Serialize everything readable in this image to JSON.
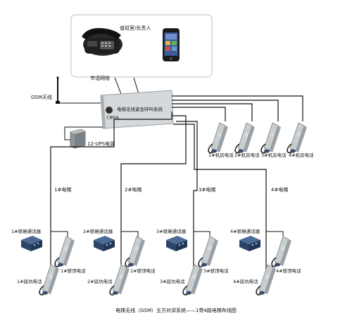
{
  "top_box": {
    "label": "值班室/负责人"
  },
  "network": {
    "label": "市话网络"
  },
  "gsm_antenna": {
    "label": "GSM天线"
  },
  "central_unit": {
    "brand": "汇康科技",
    "title": "电梯无线紧急呼叫系统"
  },
  "ups": {
    "label": "12-UPS电源"
  },
  "machine_room_phones": [
    {
      "label": "1#机房电话"
    },
    {
      "label": "2#机房电话"
    },
    {
      "label": "3#机房电话"
    },
    {
      "label": "4#机房电话"
    }
  ],
  "elevators": [
    {
      "label": "1#电梯",
      "intercom": "1#轿厢通话器",
      "car_top": "1#轿顶电话",
      "pit": "1#底坑电话"
    },
    {
      "label": "2#电梯",
      "intercom": "2#轿厢通话器",
      "car_top": "2#轿顶电话",
      "pit": "2#底坑电话"
    },
    {
      "label": "3#电梯",
      "intercom": "3#轿厢通话器",
      "car_top": "3#轿顶电话",
      "pit": "3#底坑电话"
    },
    {
      "label": "4#电梯",
      "intercom": "4#轿厢通话器",
      "car_top": "4#轿顶电话",
      "pit": "4#底坑电话"
    }
  ],
  "caption": "电梯无线（GSM）五方对讲系统——1带4路电梯布线图",
  "colors": {
    "line": "#111111",
    "device_body": "#c8cdd0",
    "device_dark": "#3a4a68",
    "intercom": "#2f4c72",
    "box_border": "#c9c9c9"
  },
  "icons": {
    "desk_phone": "desk-phone-icon",
    "mobile_phone": "mobile-phone-icon",
    "antenna": "antenna-icon",
    "wall_phone": "wall-phone-icon",
    "intercom": "intercom-icon",
    "battery": "ups-battery-icon"
  }
}
